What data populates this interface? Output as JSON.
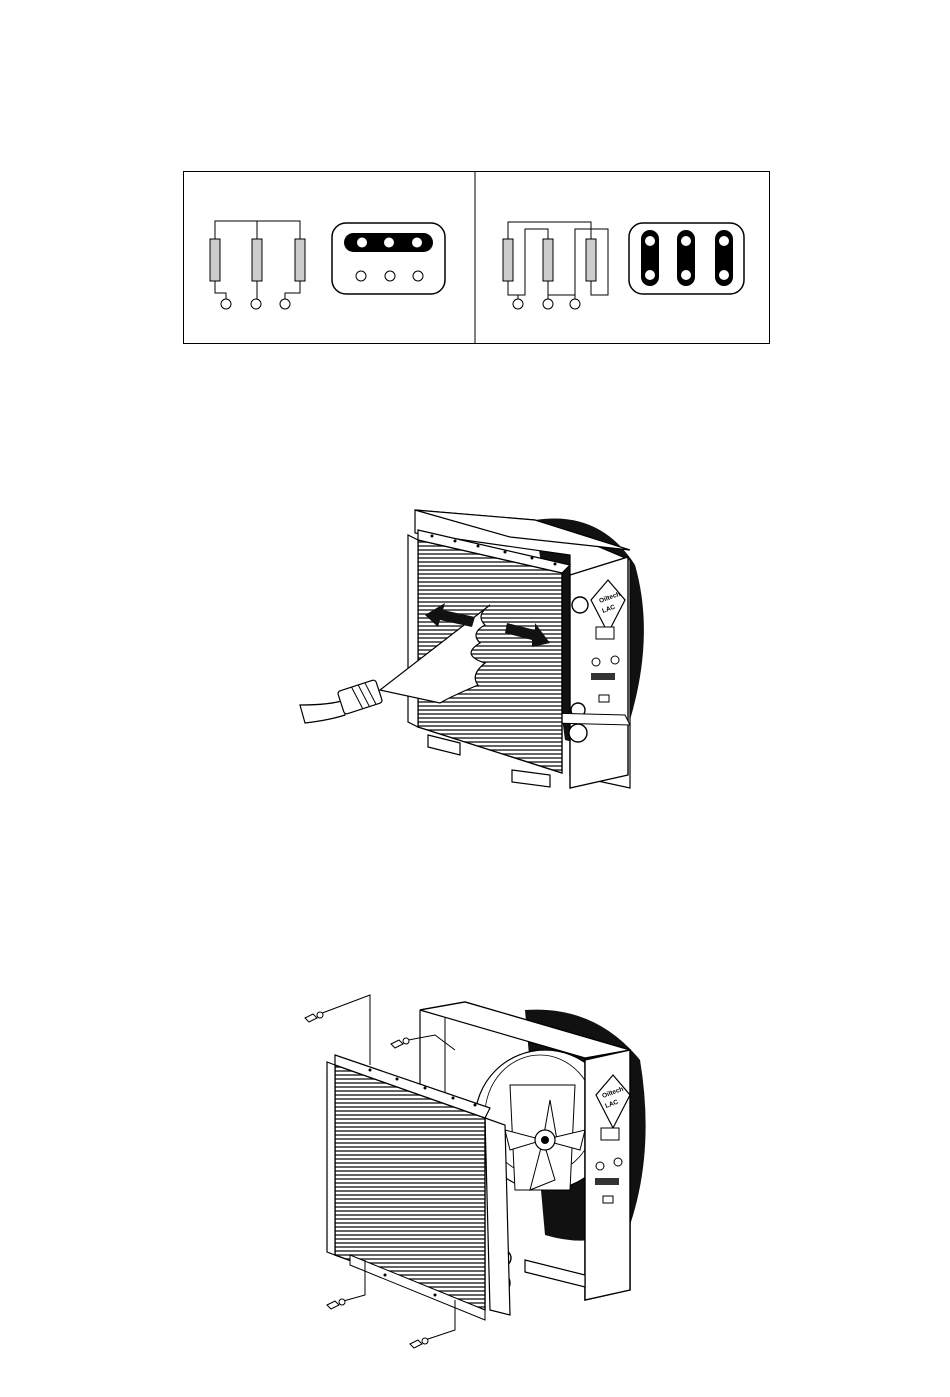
{
  "logo": {
    "brand": "Oiltech",
    "model": "LAC"
  },
  "wiring": {
    "left_mode": "star",
    "right_mode": "delta",
    "terminals_per_row": 3
  },
  "figures": [
    "wiring-diagram",
    "cleaning-illustration",
    "disassembly-illustration"
  ]
}
